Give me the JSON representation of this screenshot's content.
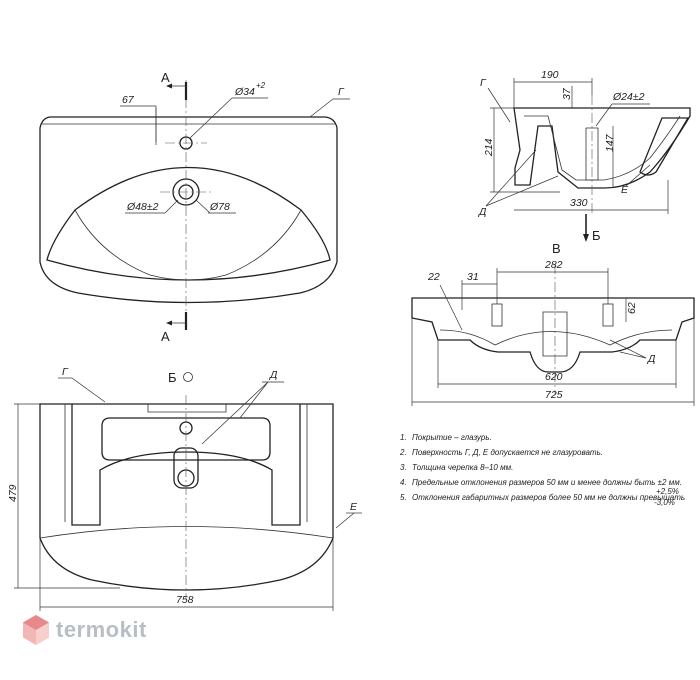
{
  "top_view": {
    "section_a_top": "А",
    "section_a_bottom": "А",
    "dim_67": "67",
    "dim_d34": "Ø34",
    "dim_d34_tol": "+2",
    "dim_d48": "Ø48±2",
    "dim_d78": "Ø78",
    "label_g": "Г"
  },
  "side_view": {
    "label_g": "Г",
    "label_d": "Д",
    "label_e": "Е",
    "dim_190": "190",
    "dim_37": "37",
    "dim_d24": "Ø24±2",
    "dim_214": "214",
    "dim_147": "147",
    "dim_330": "330",
    "view_b": "Б"
  },
  "rear_view": {
    "title": "В",
    "dim_22": "22",
    "dim_31": "31",
    "dim_282": "282",
    "dim_62": "62",
    "dim_620": "620",
    "dim_725": "725",
    "label_d": "Д"
  },
  "front_view": {
    "title": "Б",
    "label_g": "Г",
    "label_d": "Д",
    "label_e": "Е",
    "dim_479": "479",
    "dim_758": "758"
  },
  "notes": [
    "Покрытие – глазурь.",
    "Поверхность Г, Д, Е допускается не глазуровать.",
    "Толщина черепка 8–10 мм.",
    "Предельные отклонения размеров 50 мм и менее должны быть ±2  мм.",
    "Отклонения габаритных размеров более 50 мм не должны превышать"
  ],
  "note_numbers": [
    "1.",
    "2.",
    "3.",
    "4.",
    "5."
  ],
  "note_tol_plus": "+2,5%",
  "note_tol_minus": "-3,0%",
  "brand": {
    "name": "termokit",
    "logo_color": "#e8888a"
  }
}
